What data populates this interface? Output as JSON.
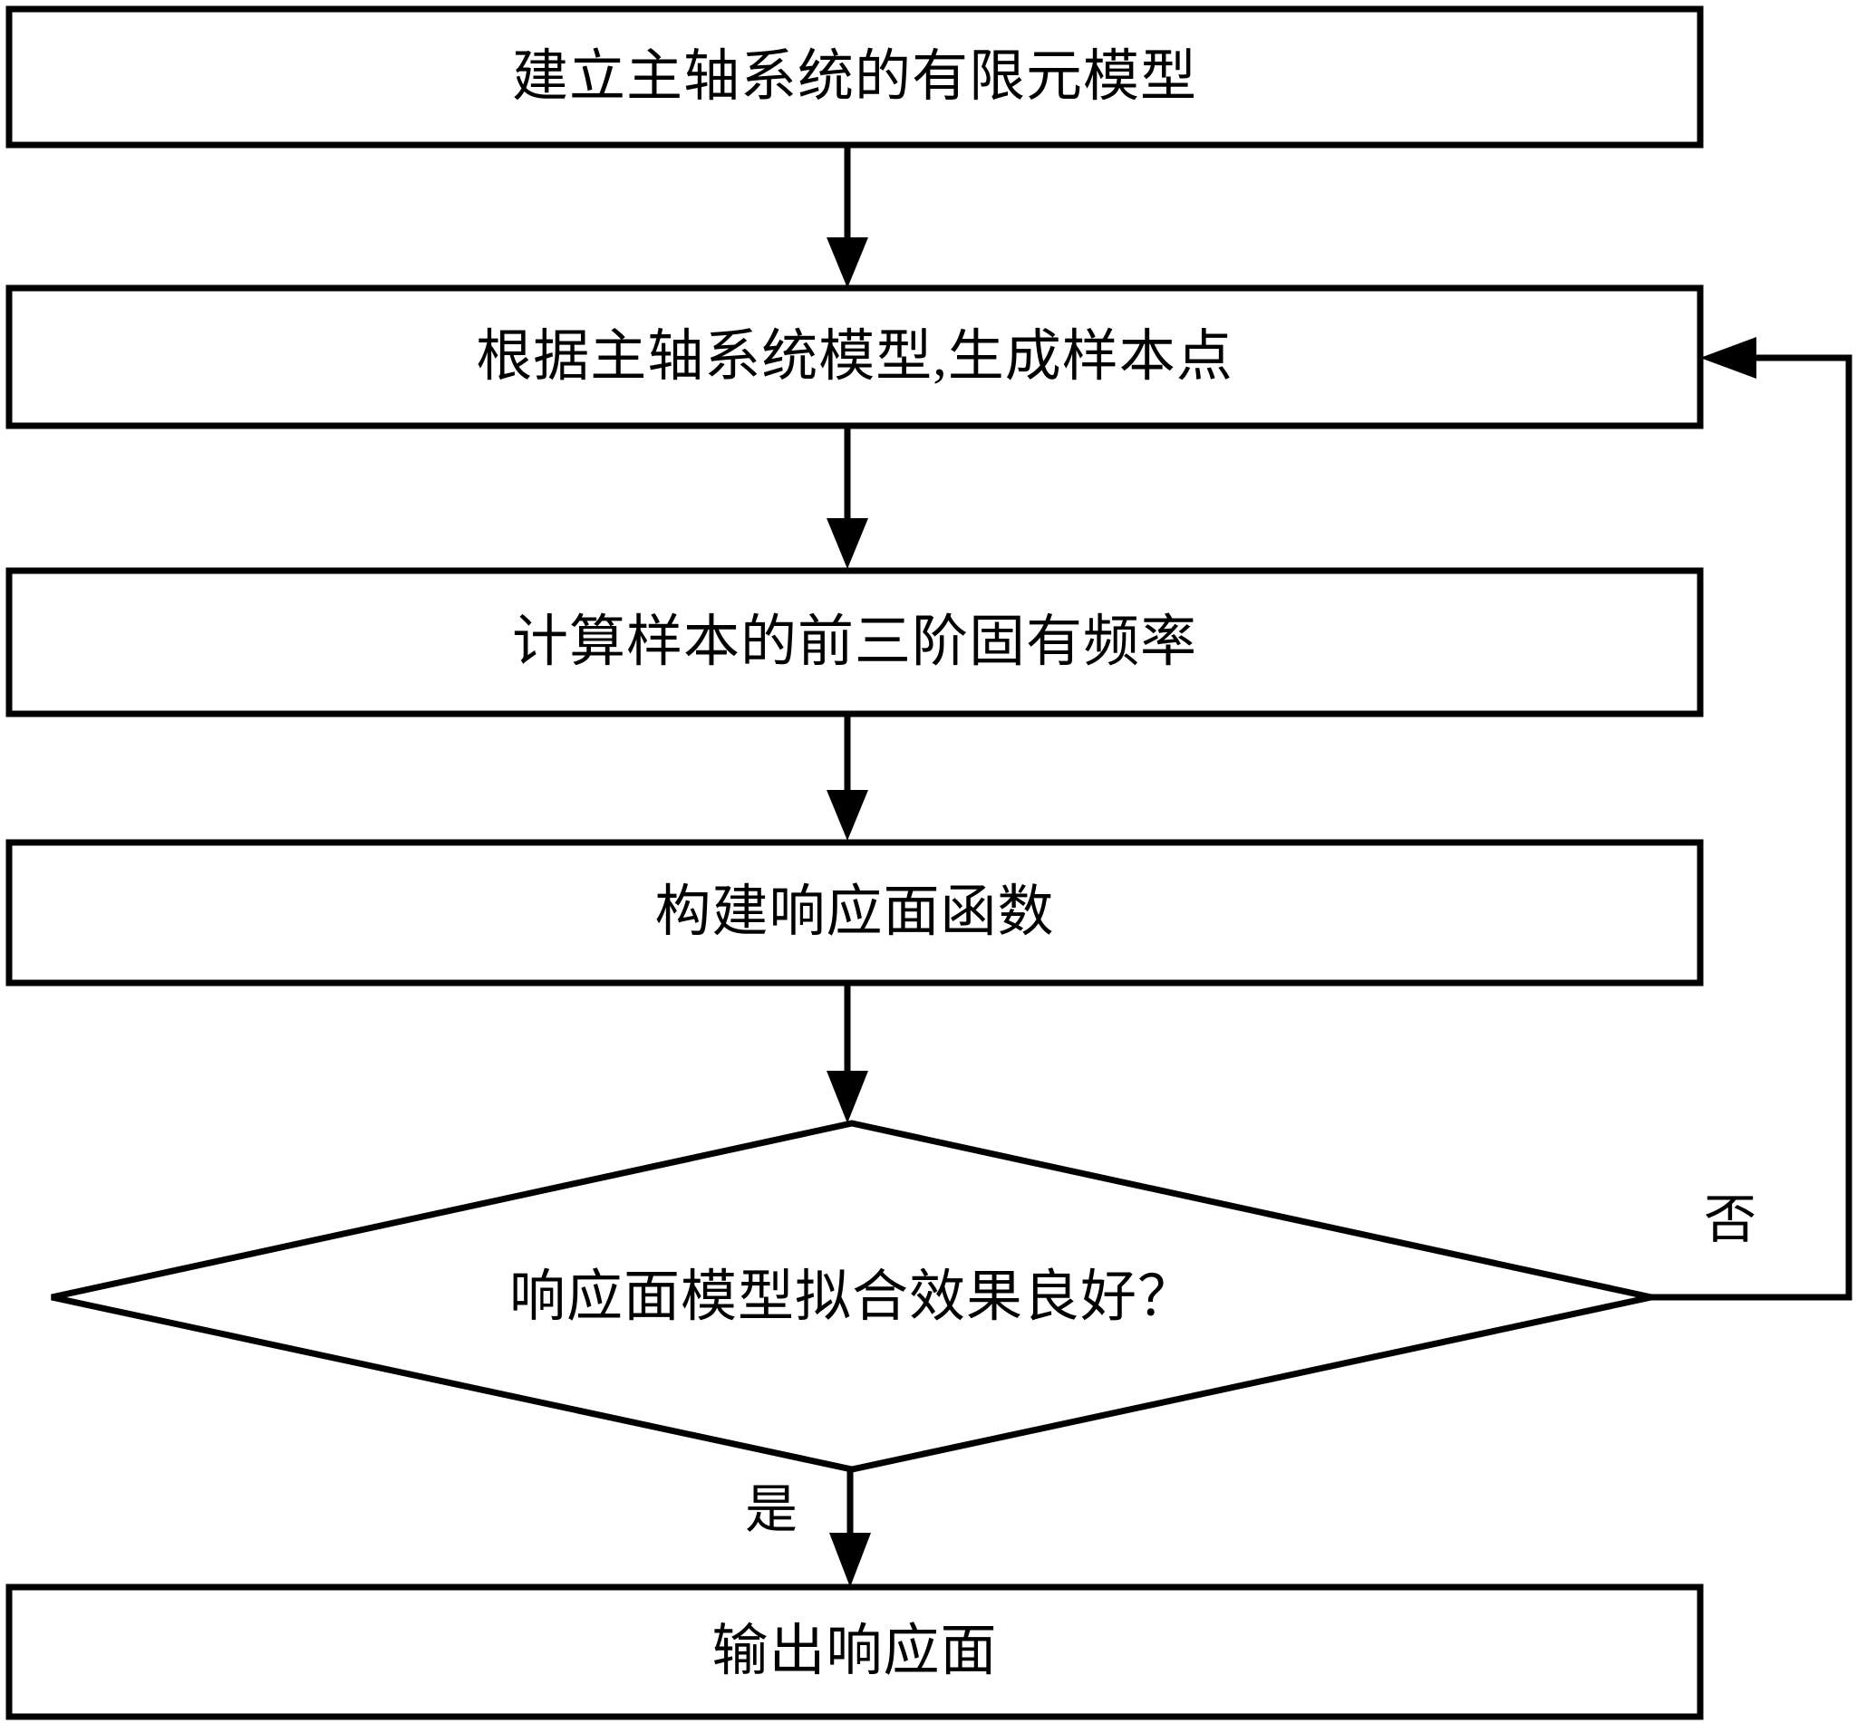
{
  "diagram": {
    "type": "flowchart",
    "orientation": "top-to-bottom",
    "language": "zh-CN",
    "stroke_color": "#000000",
    "fill_color": "#ffffff",
    "background_color": "#ffffff",
    "nodes": [
      {
        "id": "n1",
        "shape": "process",
        "label": "建立主轴系统的有限元模型"
      },
      {
        "id": "n2",
        "shape": "process",
        "label": "根据主轴系统模型,生成样本点"
      },
      {
        "id": "n3",
        "shape": "process",
        "label": "计算样本的前三阶固有频率"
      },
      {
        "id": "n4",
        "shape": "process",
        "label": "构建响应面函数"
      },
      {
        "id": "n5",
        "shape": "decision",
        "label": "响应面模型拟合效果良好？"
      },
      {
        "id": "n6",
        "shape": "process",
        "label": "输出响应面"
      }
    ],
    "edges": [
      {
        "id": "e1",
        "from": "n1",
        "to": "n2",
        "label": ""
      },
      {
        "id": "e2",
        "from": "n2",
        "to": "n3",
        "label": ""
      },
      {
        "id": "e3",
        "from": "n3",
        "to": "n4",
        "label": ""
      },
      {
        "id": "e4",
        "from": "n4",
        "to": "n5",
        "label": ""
      },
      {
        "id": "e5",
        "from": "n5",
        "to": "n6",
        "label": "是"
      },
      {
        "id": "e6",
        "from": "n5",
        "to": "n2",
        "label": "否"
      }
    ]
  }
}
